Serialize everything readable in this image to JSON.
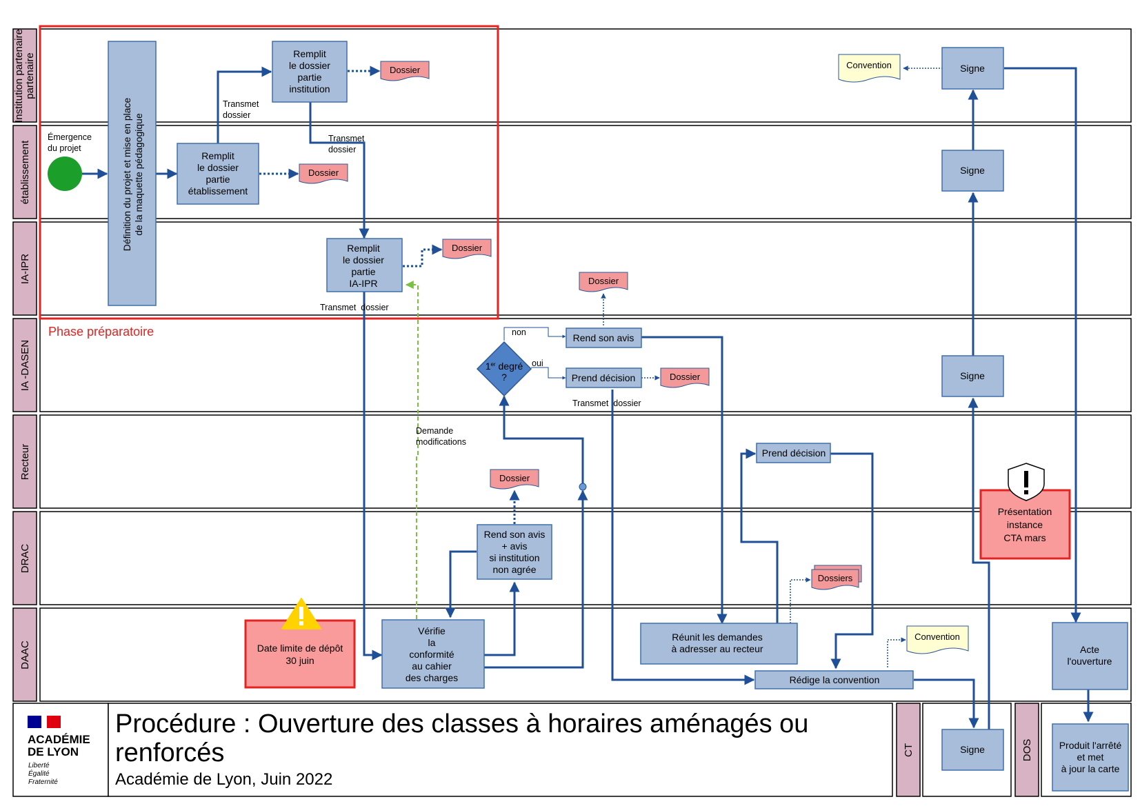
{
  "lanes": {
    "institution": "Institution partenaire",
    "etablissement": "établissement",
    "iaipr": "IA-IPR",
    "iadasen": "IA -DASEN",
    "recteur": "Recteur",
    "drac": "DRAC",
    "daac": "DAAC",
    "ct": "CT",
    "dos": "DOS"
  },
  "phase_label": "Phase préparatoire",
  "start": {
    "line1": "Émergence",
    "line2": "du projet"
  },
  "definition_box": {
    "line1": "Définition du projet et mise en place",
    "line2": "de la maquette pédagogique"
  },
  "boxes": {
    "remplit_inst": [
      "Remplit",
      "le dossier",
      "partie",
      "institution"
    ],
    "remplit_etab": [
      "Remplit",
      "le dossier",
      "partie",
      "établissement"
    ],
    "remplit_ipr": [
      "Remplit",
      "le dossier",
      "partie",
      "IA-IPR"
    ],
    "rend_avis_dasen": "Rend son avis",
    "prend_decision_dasen": "Prend décision",
    "prend_decision_recteur": "Prend décision",
    "rend_avis_drac": [
      "Rend son avis",
      "+ avis",
      "si institution",
      "non agrée"
    ],
    "verifie": [
      "Vérifie",
      "la",
      "conformité",
      "au cahier",
      "des charges"
    ],
    "reunit": [
      "Réunit les demandes",
      "à adresser au recteur"
    ],
    "redige": "Rédige la convention",
    "signe_inst": "Signe",
    "signe_etab": "Signe",
    "signe_dasen": "Signe",
    "signe_ct": "Signe",
    "acte": [
      "Acte",
      "l'ouverture"
    ],
    "produit": [
      "Produit l'arrêté",
      "et met",
      "à jour la carte"
    ]
  },
  "diamond": {
    "line1": "1",
    "sup": "er",
    "line1b": " degré",
    "line2": "?"
  },
  "branch_labels": {
    "non": "non",
    "oui": "oui"
  },
  "documents": {
    "dossier_inst": "Dossier",
    "dossier_etab": "Dossier",
    "dossier_ipr": "Dossier",
    "dossier_dasen_top": "Dossier",
    "dossier_dasen_right": "Dossier",
    "dossier_drac": "Dossier",
    "dossiers_daac": "Dossiers",
    "convention_inst": "Convention",
    "convention_daac": "Convention"
  },
  "notes": {
    "transmet_etab": [
      "Transmet",
      "dossier"
    ],
    "transmet_inst": [
      "Transmet",
      "dossier"
    ],
    "transmet_ipr": "Transmet  dossier",
    "transmet_dasen": "Transmet  dossier",
    "demande": [
      "Demande",
      "modifications"
    ]
  },
  "alerts": {
    "date_limite": [
      "Date limite de dépôt",
      "30 juin"
    ],
    "presentation": [
      "Présentation",
      "instance",
      "CTA mars"
    ]
  },
  "title": {
    "line1": "Procédure : Ouverture des classes à horaires aménagés ou",
    "line2": "renforcés",
    "subtitle": "Académie de Lyon, Juin 2022"
  },
  "logo": {
    "line1": "ACADÉMIE",
    "line2": "DE LYON",
    "motto1": "Liberté",
    "motto2": "Égalité",
    "motto3": "Fraternité"
  },
  "colors": {
    "lane_header": "#d7b3c3",
    "task_fill": "#a7bdd9",
    "task_stroke": "#3e6fae",
    "flow": "#1f4f96",
    "document_red": "#f4999a",
    "document_yellow": "#fefed2",
    "alert_fill": "#f99a9b",
    "alert_stroke": "#e52320",
    "phase_red": "#e52320",
    "start_green": "#1c9e2a",
    "feedback_green": "#7ac142",
    "warning_yellow": "#ffd200"
  }
}
